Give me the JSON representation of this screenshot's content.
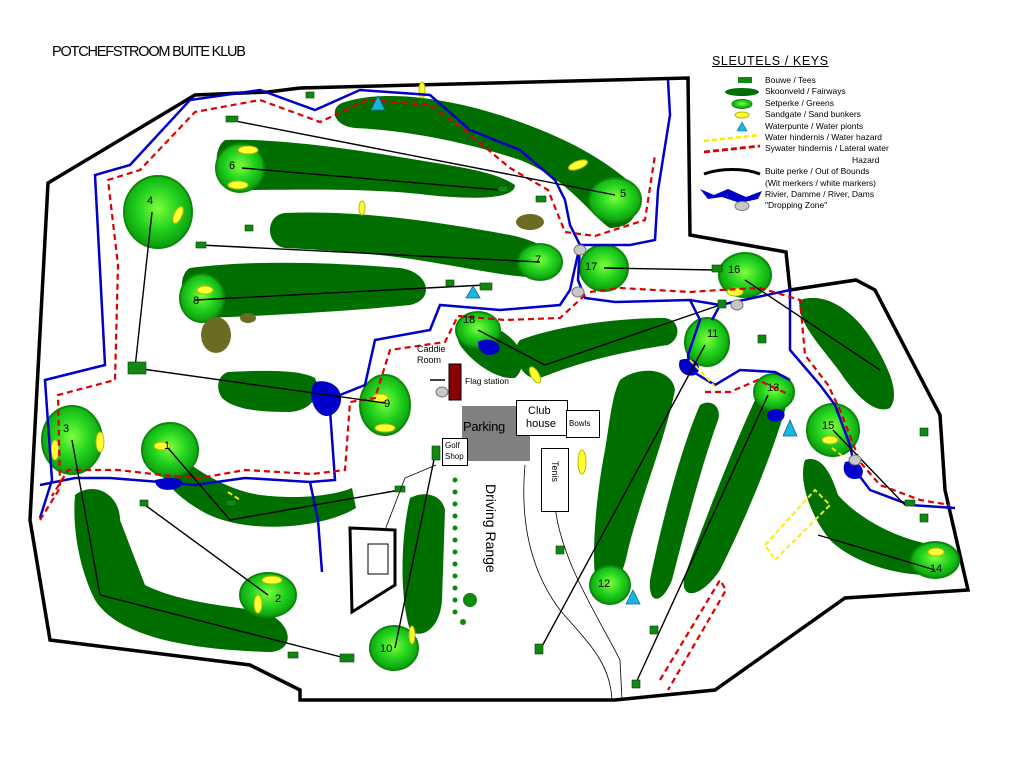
{
  "title": "POTCHEFSTROOM BUITE KLUB",
  "keys_title": "SLEUTELS / KEYS",
  "legend": [
    {
      "icon": "tee-marker",
      "label": "Bouwe / Tees"
    },
    {
      "icon": "fairway-shape",
      "label": "Skoonveld / Fairways"
    },
    {
      "icon": "green-shape",
      "label": "Setperke / Greens"
    },
    {
      "icon": "sand-bunker-shape",
      "label": "Sandgate / Sand bunkers"
    },
    {
      "icon": "water-point-triangle",
      "label": "Waterpunte / Water pionts"
    },
    {
      "icon": "water-hazard-line",
      "label": "Water hindernis / Water hazard"
    },
    {
      "icon": "lateral-water-hazard-line",
      "label": "Sywater hindernis / Lateral water"
    },
    {
      "icon": "",
      "label": "Hazard",
      "continuation": true
    },
    {
      "icon": "out-of-bounds-line",
      "label": "Buite perke / Out of Bounds"
    },
    {
      "icon": "",
      "label": "(Wit merkers / white markers)"
    },
    {
      "icon": "river-dam-shape",
      "label": "Rivier, Damme / River, Dams"
    },
    {
      "icon": "dropping-zone-shape",
      "label": "\"Dropping Zone\""
    }
  ],
  "holes": [
    {
      "number": "1"
    },
    {
      "number": "2"
    },
    {
      "number": "3"
    },
    {
      "number": "4"
    },
    {
      "number": "5"
    },
    {
      "number": "6"
    },
    {
      "number": "7"
    },
    {
      "number": "8"
    },
    {
      "number": "9"
    },
    {
      "number": "10"
    },
    {
      "number": "11"
    },
    {
      "number": "12"
    },
    {
      "number": "13"
    },
    {
      "number": "14"
    },
    {
      "number": "15"
    },
    {
      "number": "16"
    },
    {
      "number": "17"
    },
    {
      "number": "18"
    }
  ],
  "facilities": {
    "caddie_room_line1": "Caddie",
    "caddie_room_line2": "Room",
    "flag_station": "Flag station",
    "parking": "Parking",
    "club_house_line1": "Club",
    "club_house_line2": "house",
    "bowls": "Bowls",
    "golf_shop_line1": "Golf",
    "golf_shop_line2": "Shop",
    "tennis": "Tenis",
    "driving_range": "Driving Range"
  },
  "colors": {
    "fairway": "#006f00",
    "green": "#00b000",
    "green_light": "#7dff3c",
    "bunker": "#ffff33",
    "water": "#0000c8",
    "lateral_hazard": "#dc0000",
    "water_point": "#17b6e0",
    "out_of_bounds": "#000000",
    "parking": "#808080",
    "flag_station": "#8b0000",
    "rough_patch": "#6b6b24"
  }
}
